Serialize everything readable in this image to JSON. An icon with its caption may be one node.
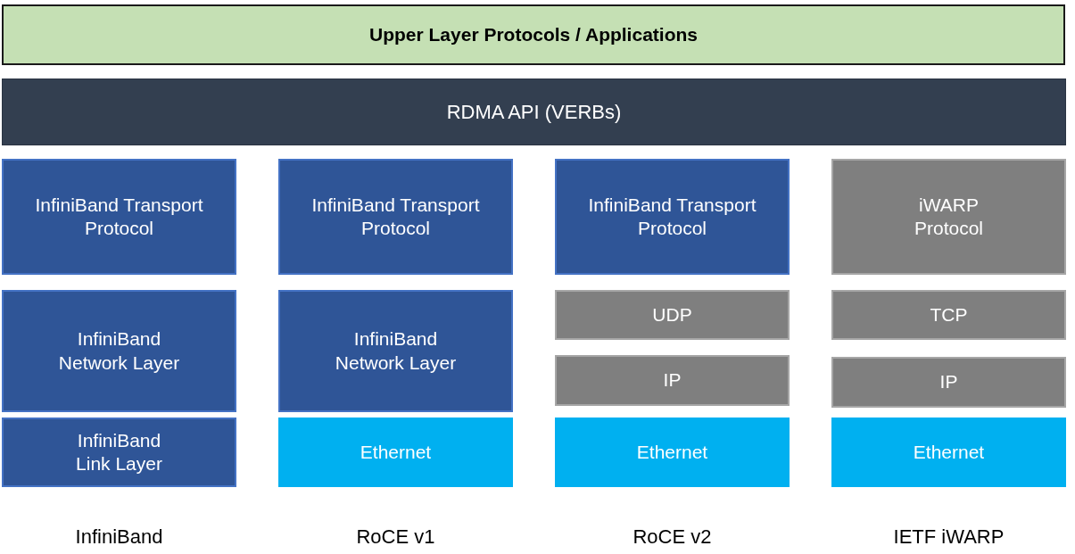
{
  "diagram": {
    "nodes": [
      {
        "text": [
          "Upper Layer Protocols / Applications"
        ]
      },
      {
        "text": [
          "RDMA API (VERBs)"
        ]
      },
      {
        "text": [
          "InfiniBand Transport Protocol"
        ]
      },
      {
        "text": [
          "InfiniBand Transport Protocol"
        ]
      },
      {
        "text": [
          "InfiniBand Transport Protocol"
        ]
      },
      {
        "text": [
          "iWARP Protocol"
        ]
      },
      {
        "text": [
          "InfiniBand Network Layer"
        ]
      },
      {
        "text": [
          "InfiniBand Network Layer"
        ]
      },
      {
        "text": [
          "UDP"
        ]
      },
      {
        "text": [
          "TCP"
        ]
      },
      {
        "text": [
          "IP"
        ]
      },
      {
        "text": [
          "IP"
        ]
      },
      {
        "text": [
          "InfiniBand Link Layer"
        ]
      },
      {
        "text": [
          "Ethernet"
        ]
      },
      {
        "text": [
          "Ethernet"
        ]
      },
      {
        "text": [
          "Ethernet"
        ]
      }
    ],
    "labels": [
      "InfiniBand",
      "RoCE v1",
      "RoCE v2",
      "IETF iWARP"
    ]
  }
}
